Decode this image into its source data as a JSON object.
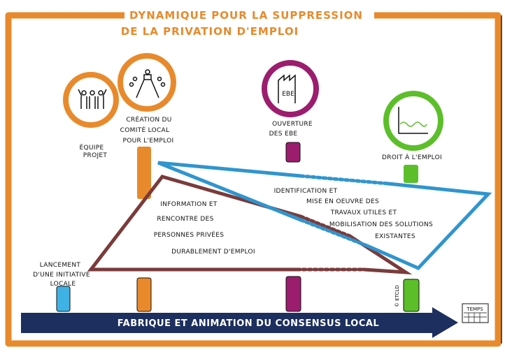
{
  "title": {
    "line1": "Dynamique pour la suppression",
    "line2": "de la privation d'emploi"
  },
  "milestones": [
    {
      "label_lines": [
        "Équipe",
        "projet"
      ],
      "icon": "team-icon"
    },
    {
      "label_lines": [
        "Création du",
        "comité local",
        "pour l'emploi"
      ],
      "icon": "committee-meeting-icon"
    },
    {
      "label_lines": [
        "Ouverture",
        "des EBE"
      ],
      "icon": "factory-icon",
      "icon_text": "EBE"
    },
    {
      "label_lines": [
        "Droit à l'emploi"
      ],
      "icon": "employment-chart-icon"
    },
    {
      "label_lines": [
        "Lancement",
        "d'une initiative",
        "locale"
      ]
    }
  ],
  "phases": {
    "information": [
      "Information et",
      "rencontre des",
      "personnes privées",
      "durablement d'emploi"
    ],
    "identification": [
      "Identification et",
      "mise en oeuvre des",
      "travaux utiles et",
      "mobilisation des solutions",
      "existantes"
    ]
  },
  "timeline": {
    "label": "Fabrique et animation du consensus local",
    "end_label": "Temps"
  },
  "credit": "© ETCLD",
  "colors": {
    "orange": "#e88a2c",
    "magenta": "#9c1d6e",
    "green": "#5cbf2a",
    "blue": "#2f95cf",
    "brown": "#7a3b3b",
    "navy": "#1c2f5e",
    "lightblue": "#3fb2e5"
  }
}
